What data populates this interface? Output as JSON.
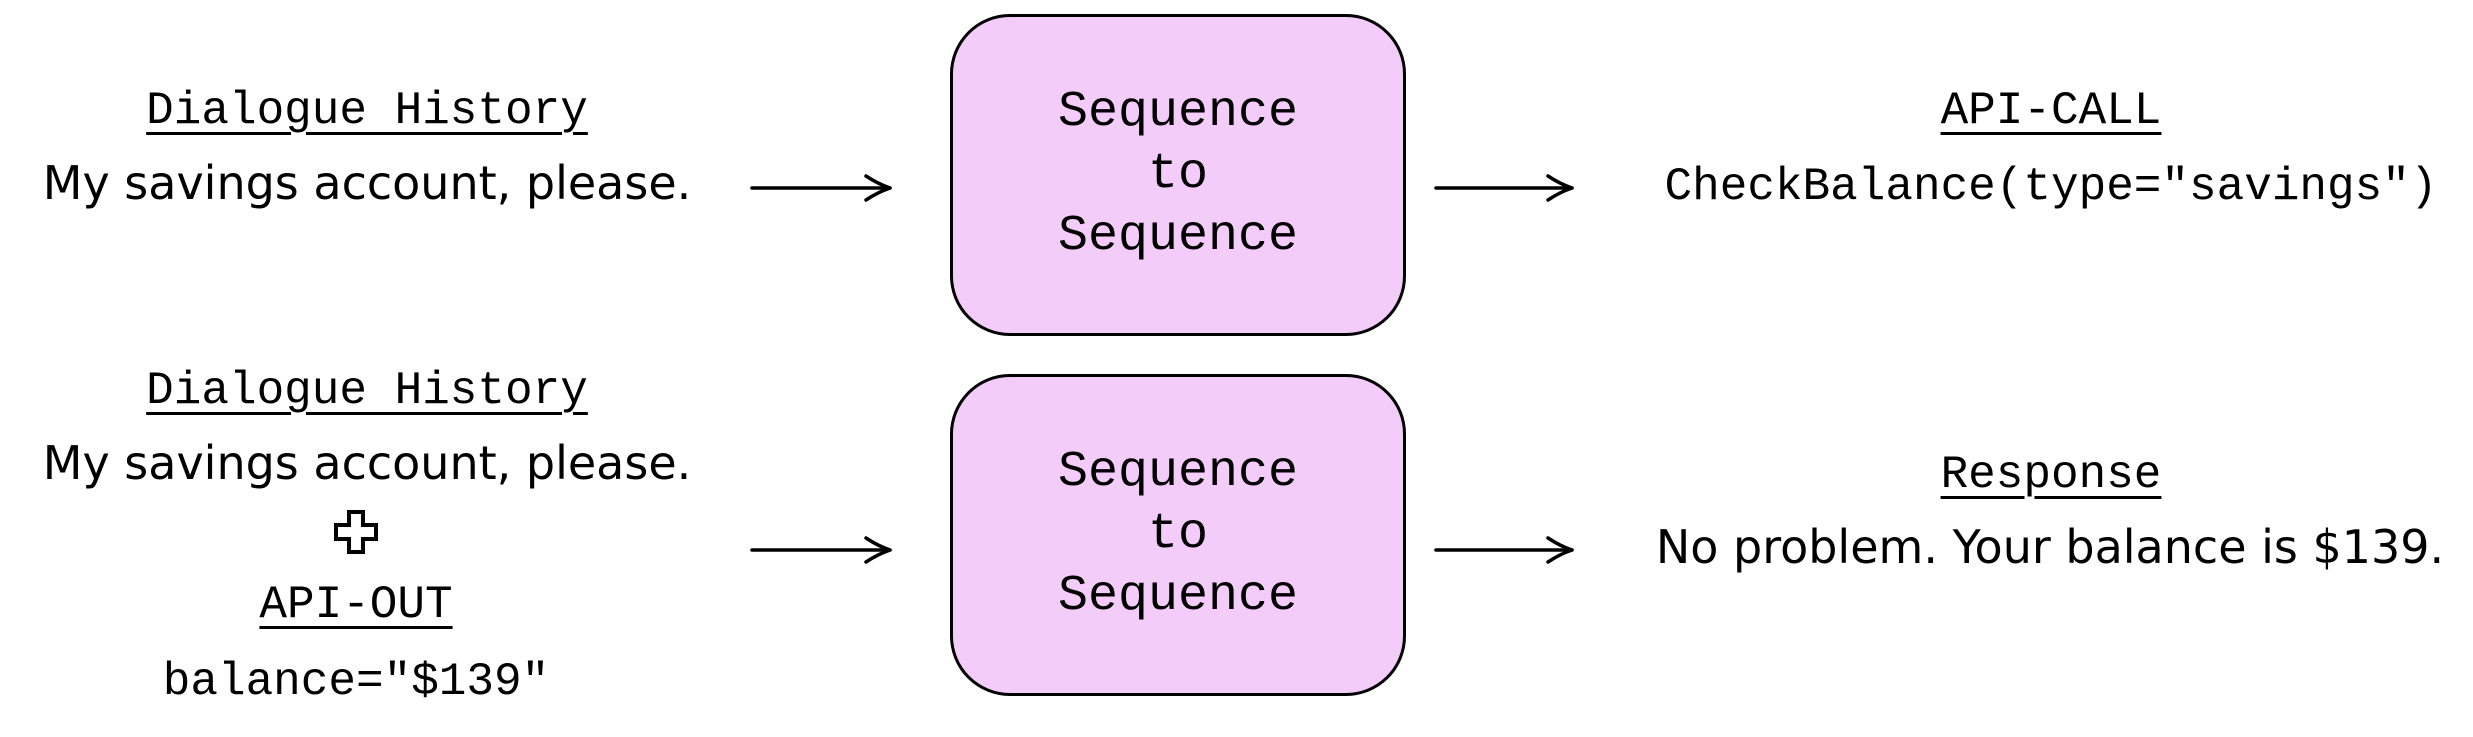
{
  "colors": {
    "box_fill": "#f4ccfa",
    "stroke": "#000000"
  },
  "row1": {
    "left_heading": "Dialogue History",
    "left_text": "My savings account, please.",
    "model_lines": [
      "Sequence",
      "to",
      "Sequence"
    ],
    "right_heading": "API-CALL",
    "right_text": "CheckBalance(type=\"savings\")"
  },
  "row2": {
    "left_heading": "Dialogue History",
    "left_text": "My savings account, please.",
    "plus_icon": "plus-outline-icon",
    "api_heading": "API-OUT",
    "api_text": "balance=\"$139\"",
    "model_lines": [
      "Sequence",
      "to",
      "Sequence"
    ],
    "right_heading": "Response",
    "right_text": "No problem. Your balance is $139."
  }
}
